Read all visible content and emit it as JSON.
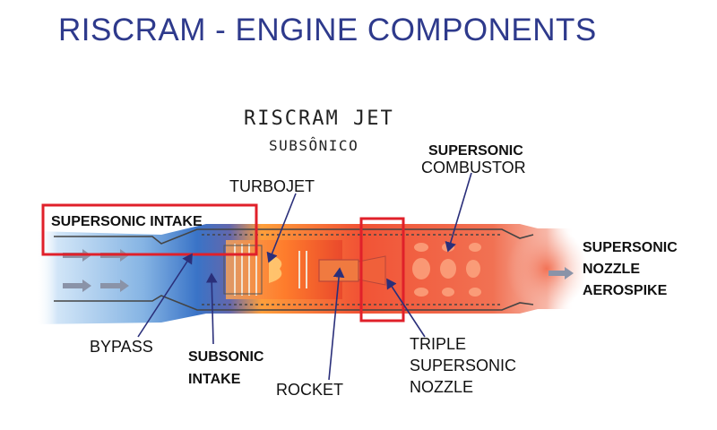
{
  "title": "RISCRAM - ENGINE COMPONENTS",
  "diagram": {
    "heading": "RISCRAM JET",
    "subheading": "SUBSÔNICO",
    "labels": {
      "supersonic_combustor_line1": "SUPERSONIC",
      "supersonic_combustor_line2": "COMBUSTOR",
      "turbojet": "TURBOJET",
      "supersonic_intake": "SUPERSONIC INTAKE",
      "nozzle_line1": "SUPERSONIC",
      "nozzle_line2": "NOZZLE",
      "nozzle_line3": "AEROSPIKE",
      "bypass": "BYPASS",
      "subsonic_intake_line1": "SUBSONIC",
      "subsonic_intake_line2": "INTAKE",
      "rocket": "ROCKET",
      "triple_line1": "TRIPLE",
      "triple_line2": "SUPERSONIC",
      "triple_line3": "NOZZLE"
    },
    "colors": {
      "title": "#2e3a8c",
      "highlight_box": "#e0202a",
      "pointer": "#2a2f7a",
      "engine_hot": "#e8452a",
      "engine_cold": "#3f7fd0"
    }
  }
}
